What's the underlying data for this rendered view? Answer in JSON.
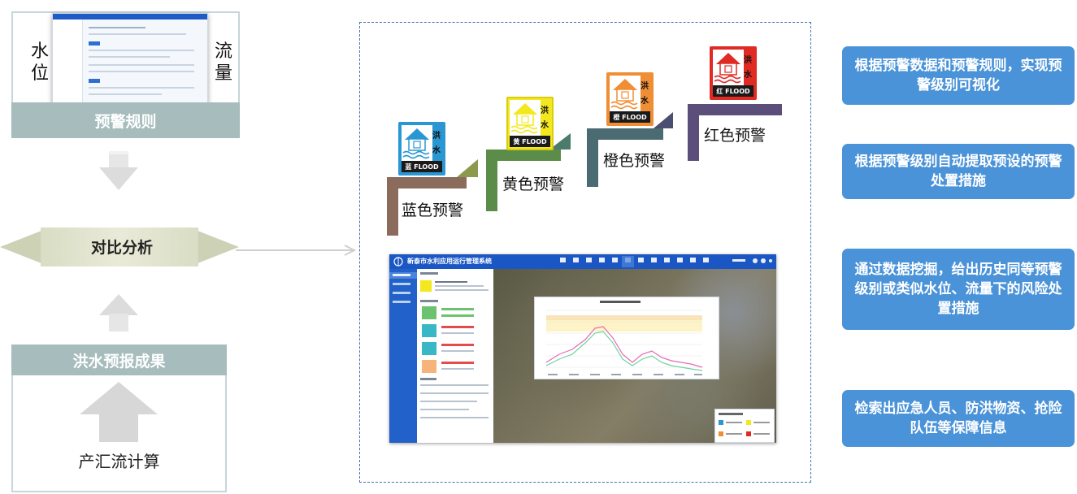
{
  "left": {
    "rule_side_left": "水位",
    "rule_side_right": "流量",
    "rule_label": "预警规则",
    "analysis_label": "对比分析",
    "forecast_label": "洪水预报成果",
    "calc_label": "产汇流计算"
  },
  "levels": [
    {
      "label": "蓝色预警",
      "icon_text": "蓝 FLOOD",
      "char1": "洪",
      "char2": "水",
      "color": "#2a97d3",
      "step_color": "#8b6b5c"
    },
    {
      "label": "黄色预警",
      "icon_text": "黄 FLOOD",
      "char1": "洪",
      "char2": "水",
      "color": "#f3e81e",
      "step_color": "#5c8c4a"
    },
    {
      "label": "橙色预警",
      "icon_text": "橙 FLOOD",
      "char1": "洪",
      "char2": "水",
      "color": "#f08e35",
      "step_color": "#4b6b72"
    },
    {
      "label": "红色预警",
      "icon_text": "红 FLOOD",
      "char1": "洪",
      "char2": "水",
      "color": "#e02a24",
      "step_color": "#5b4e7a"
    }
  ],
  "connector_colors": [
    "#8d9a4e",
    "#4b7b6b",
    "#4a4e70"
  ],
  "app": {
    "title": "新泰市水利应用运行管理系统"
  },
  "info_boxes": [
    "根据预警数据和预警规则，实现预警级别可视化",
    "根据预警级别自动提取预设的预警处置措施",
    "通过数据挖掘，给出历史同等预警级别或类似水位、流量下的风险处置措施",
    "检索出应急人员、防洪物资、抢险队伍等保障信息"
  ],
  "colors": {
    "band": "#a6bcbd",
    "info": "#4b93d8",
    "dash": "#3f72b7"
  }
}
